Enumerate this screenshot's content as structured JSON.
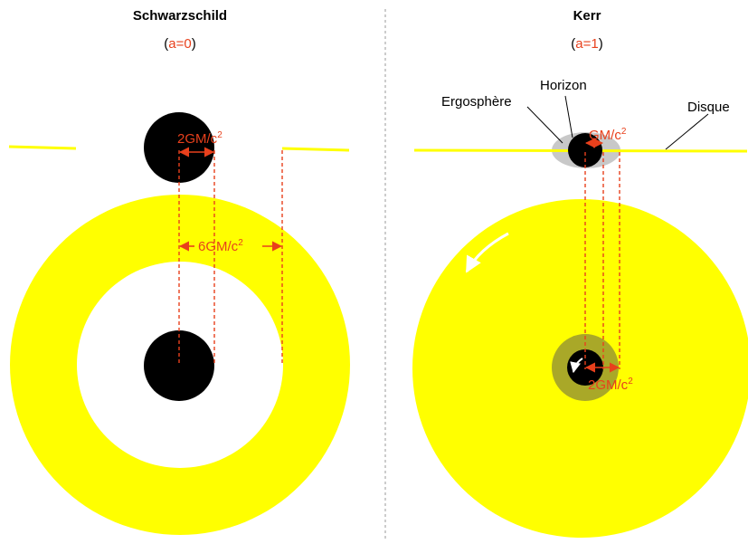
{
  "colors": {
    "disk": "#ffff00",
    "hole": "#000000",
    "ergosphere": "#c8c8c8",
    "ergosphere_top": "#b3b3b3",
    "measure": "#e8401c",
    "divider": "#9a9a9a",
    "ergo_inner": "#a9a828"
  },
  "left": {
    "title": "Schwarzschild",
    "param_open": "(",
    "param_value": "a=0",
    "param_close": ")",
    "horizon_measure": "2GM/c",
    "isco_measure": "6GM/c",
    "measure_exponent": "2"
  },
  "right": {
    "title": "Kerr",
    "param_open": "(",
    "param_value": "a=1",
    "param_close": ")",
    "label_ergosphere": "Ergosphère",
    "label_horizon": "Horizon",
    "label_disk": "Disque",
    "horizon_measure": "GM/c",
    "isco_measure": "2GM/c",
    "measure_exponent": "2"
  }
}
